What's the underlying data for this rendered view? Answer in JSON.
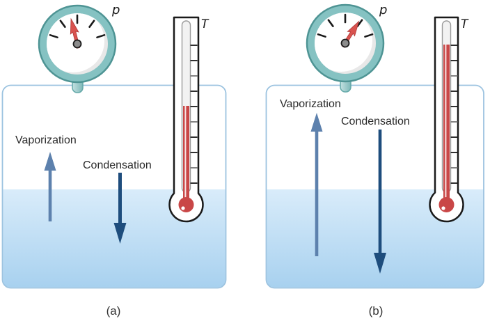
{
  "panels": [
    {
      "caption": "(a)",
      "gauge_label": "p",
      "thermometer_label": "T",
      "up_arrow_label": "Vaporization",
      "down_arrow_label": "Condensation"
    },
    {
      "caption": "(b)",
      "gauge_label": "p",
      "thermometer_label": "T",
      "up_arrow_label": "Vaporization",
      "down_arrow_label": "Condensation"
    }
  ],
  "colors": {
    "gauge_ring": "#85c2c2",
    "gauge_ring_edge": "#4e9494",
    "gauge_face_shadow": "#e8e8e8",
    "gauge_stub": "#a5d2d2",
    "needle_red": "#d9534f",
    "pivot_gray": "#8c8c8c",
    "mercury_red": "#c94747",
    "vaporization_arrow": "#5d81ad",
    "condensation_arrow": "#1e4d7d",
    "container_border": "#9cc3e0",
    "liquid_top": "#d9ecfa",
    "liquid_bottom": "#a8d1ef",
    "outline_black": "#1a1a1a"
  }
}
